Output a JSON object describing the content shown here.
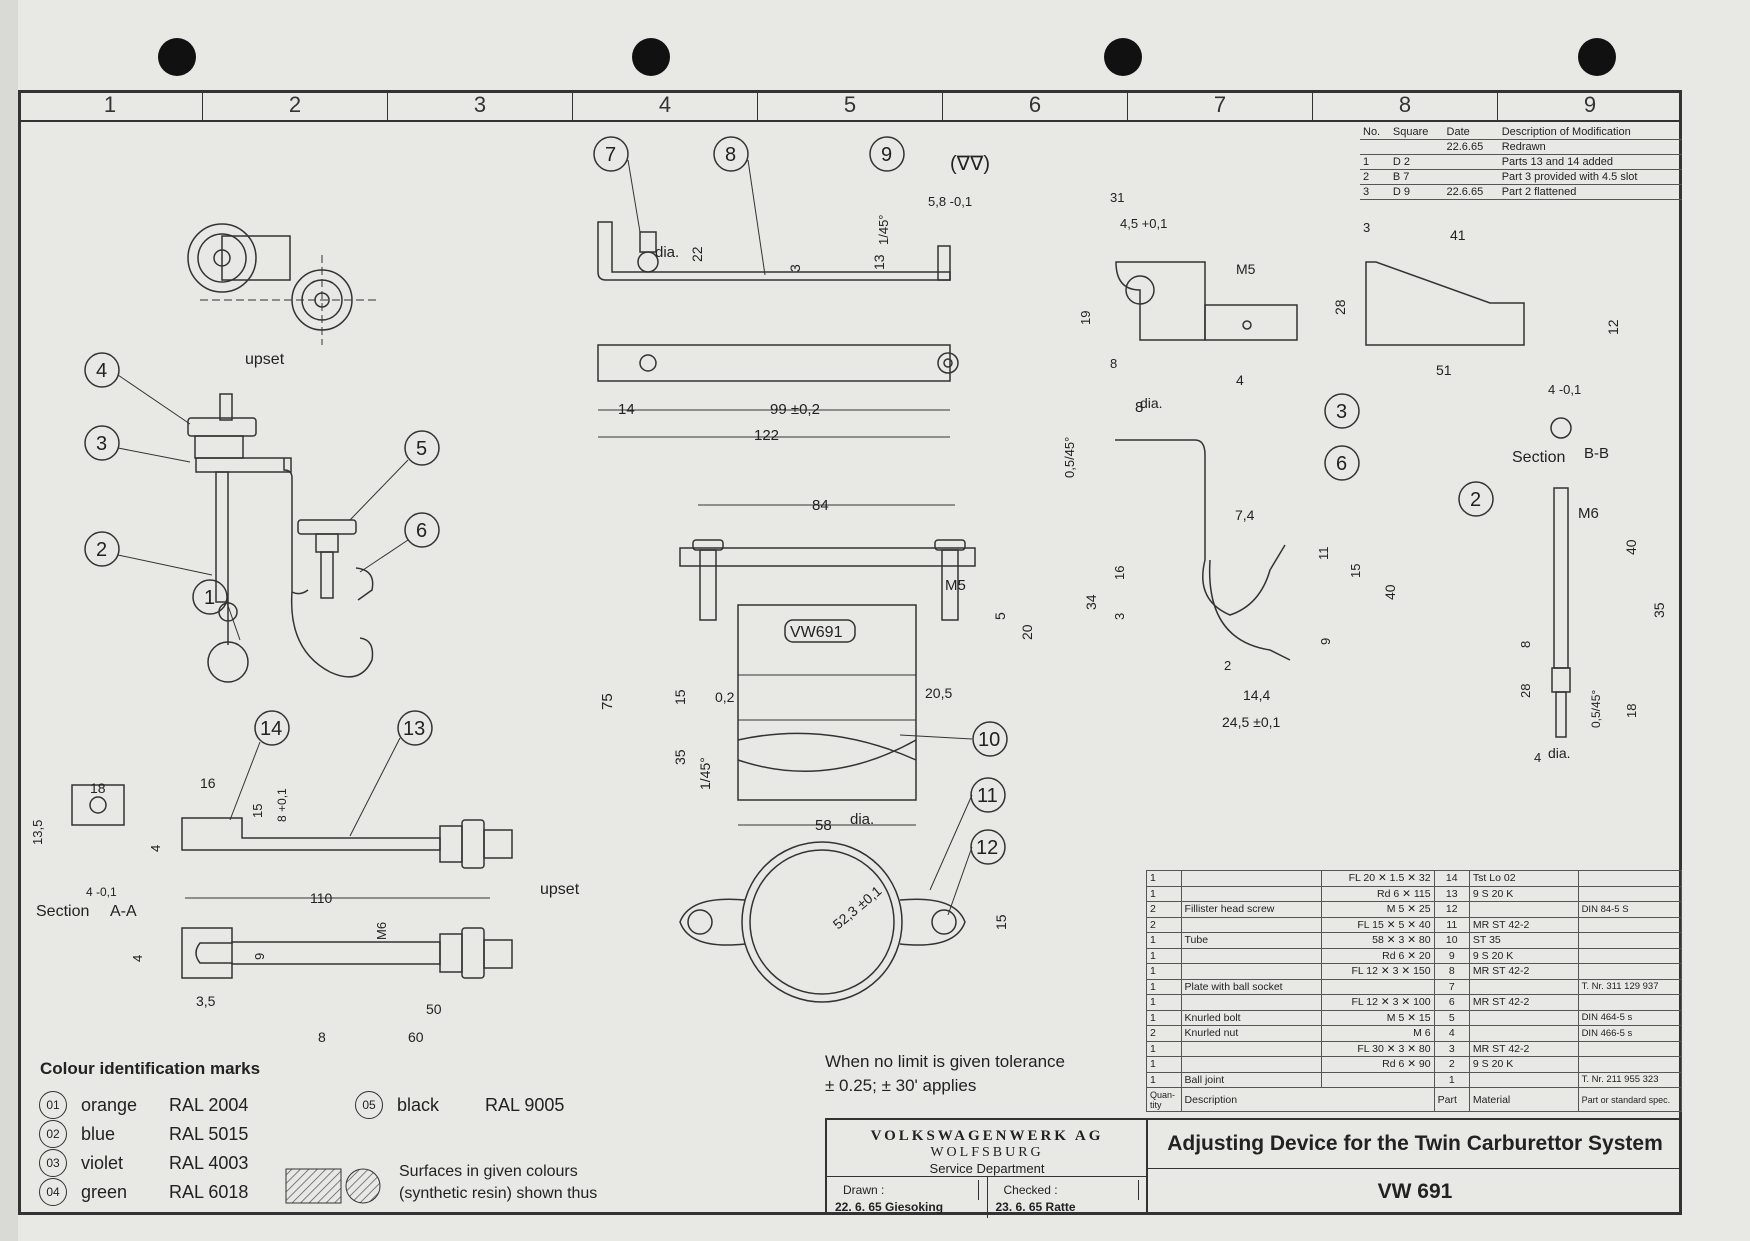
{
  "grid_columns": [
    "1",
    "2",
    "3",
    "4",
    "5",
    "6",
    "7",
    "8",
    "9"
  ],
  "modifications": {
    "headers": [
      "No.",
      "Square",
      "Date",
      "Description of Modification"
    ],
    "rows": [
      [
        "",
        "",
        "22.6.65",
        "Redrawn"
      ],
      [
        "1",
        "D 2",
        "",
        "Parts 13 and 14 added"
      ],
      [
        "2",
        "B 7",
        "",
        "Part 3 provided with 4.5 slot"
      ],
      [
        "3",
        "D 9",
        "22.6.65",
        "Part 2 flattened"
      ]
    ]
  },
  "drawing": {
    "labels": {
      "upset_top": "upset",
      "upset_bottom": "upset",
      "section_aa": "Section",
      "section_aa_id": "A-A",
      "section_bb": "Section",
      "section_bb_id": "B-B",
      "dia": "dia.",
      "vw691_mark": "VW691",
      "angle_label": "(∇∇)"
    },
    "balloons": [
      "1",
      "2",
      "3",
      "4",
      "5",
      "6",
      "7",
      "8",
      "9",
      "10",
      "11",
      "12",
      "13",
      "14"
    ],
    "dimensions": [
      "122",
      "99 ±0,2",
      "14",
      "22",
      "13",
      "3",
      "5,8 -0,1",
      "1/45°",
      "84",
      "M5",
      "75",
      "15",
      "0,2",
      "35",
      "1/45°",
      "58",
      "20,5",
      "5",
      "20",
      "52,3 ±0,1",
      "15",
      "31",
      "4,5 +0,1",
      "M5",
      "19",
      "8",
      "4",
      "41",
      "3",
      "28",
      "51",
      "12",
      "4 -0,1",
      "8",
      "0,5/45°",
      "7,4",
      "16",
      "3",
      "34",
      "14,4",
      "24,5 ±0,1",
      "11",
      "15",
      "40",
      "9",
      "2",
      "M6",
      "40",
      "35",
      "8",
      "28",
      "18",
      "0,5/45°",
      "4",
      "18",
      "13,5",
      "4 -0,1",
      "16",
      "15",
      "8 +0,1",
      "110",
      "4",
      "M6",
      "9",
      "3,5",
      "50",
      "8",
      "60",
      "4"
    ]
  },
  "colour_marks": {
    "title": "Colour identification marks",
    "items": [
      {
        "code": "01",
        "name": "orange",
        "ral": "RAL 2004"
      },
      {
        "code": "02",
        "name": "blue",
        "ral": "RAL 5015"
      },
      {
        "code": "03",
        "name": "violet",
        "ral": "RAL 4003"
      },
      {
        "code": "04",
        "name": "green",
        "ral": "RAL 6018"
      },
      {
        "code": "05",
        "name": "black",
        "ral": "RAL 9005"
      }
    ],
    "surface_note_1": "Surfaces in given colours",
    "surface_note_2": "(synthetic resin) shown thus"
  },
  "tolerance_note": {
    "line1": "When no limit is given tolerance",
    "line2": "± 0.25; ± 30' applies"
  },
  "parts_list": {
    "header": {
      "qty": "Quan-tity",
      "desc": "Description",
      "part": "Part",
      "material": "Material",
      "spec": "Part or standard spec."
    },
    "rows": [
      {
        "qty": "1",
        "desc": "",
        "size": "FL 20 ✕ 1.5 ✕ 32",
        "part": "14",
        "material": "Tst Lo 02",
        "spec": ""
      },
      {
        "qty": "1",
        "desc": "",
        "size": "Rd 6 ✕ 115",
        "part": "13",
        "material": "9 S 20 K",
        "spec": ""
      },
      {
        "qty": "2",
        "desc": "Fillister head screw",
        "size": "M 5 ✕ 25",
        "part": "12",
        "material": "",
        "spec": "DIN 84-5 S"
      },
      {
        "qty": "2",
        "desc": "",
        "size": "FL 15 ✕ 5 ✕ 40",
        "part": "11",
        "material": "MR ST 42-2",
        "spec": ""
      },
      {
        "qty": "1",
        "desc": "Tube",
        "size": "58 ✕ 3 ✕ 80",
        "part": "10",
        "material": "ST 35",
        "spec": ""
      },
      {
        "qty": "1",
        "desc": "",
        "size": "Rd 6 ✕ 20",
        "part": "9",
        "material": "9 S 20 K",
        "spec": ""
      },
      {
        "qty": "1",
        "desc": "",
        "size": "FL 12 ✕ 3 ✕ 150",
        "part": "8",
        "material": "MR ST 42-2",
        "spec": ""
      },
      {
        "qty": "1",
        "desc": "Plate with ball socket",
        "size": "",
        "part": "7",
        "material": "",
        "spec": "T. Nr. 311 129 937"
      },
      {
        "qty": "1",
        "desc": "",
        "size": "FL 12 ✕ 3 ✕ 100",
        "part": "6",
        "material": "MR ST 42-2",
        "spec": ""
      },
      {
        "qty": "1",
        "desc": "Knurled bolt",
        "size": "M 5 ✕ 15",
        "part": "5",
        "material": "",
        "spec": "DIN 464-5 s"
      },
      {
        "qty": "2",
        "desc": "Knurled nut",
        "size": "M 6",
        "part": "4",
        "material": "",
        "spec": "DIN 466-5 s"
      },
      {
        "qty": "1",
        "desc": "",
        "size": "FL 30 ✕ 3 ✕ 80",
        "part": "3",
        "material": "MR ST 42-2",
        "spec": ""
      },
      {
        "qty": "1",
        "desc": "",
        "size": "Rd 6 ✕ 90",
        "part": "2",
        "material": "9 S 20 K",
        "spec": ""
      },
      {
        "qty": "1",
        "desc": "Ball joint",
        "size": "",
        "part": "1",
        "material": "",
        "spec": "T. Nr. 211 955 323"
      }
    ]
  },
  "title_block": {
    "company": "VOLKSWAGENWERK AG",
    "city": "WOLFSBURG",
    "department": "Service Department",
    "drawn_label": "Drawn :",
    "drawn_value": "22. 6. 65 Giesoking",
    "checked_label": "Checked :",
    "checked_value": "23. 6. 65 Ratte",
    "title": "Adjusting Device for the Twin Carburettor System",
    "number": "VW 691"
  }
}
